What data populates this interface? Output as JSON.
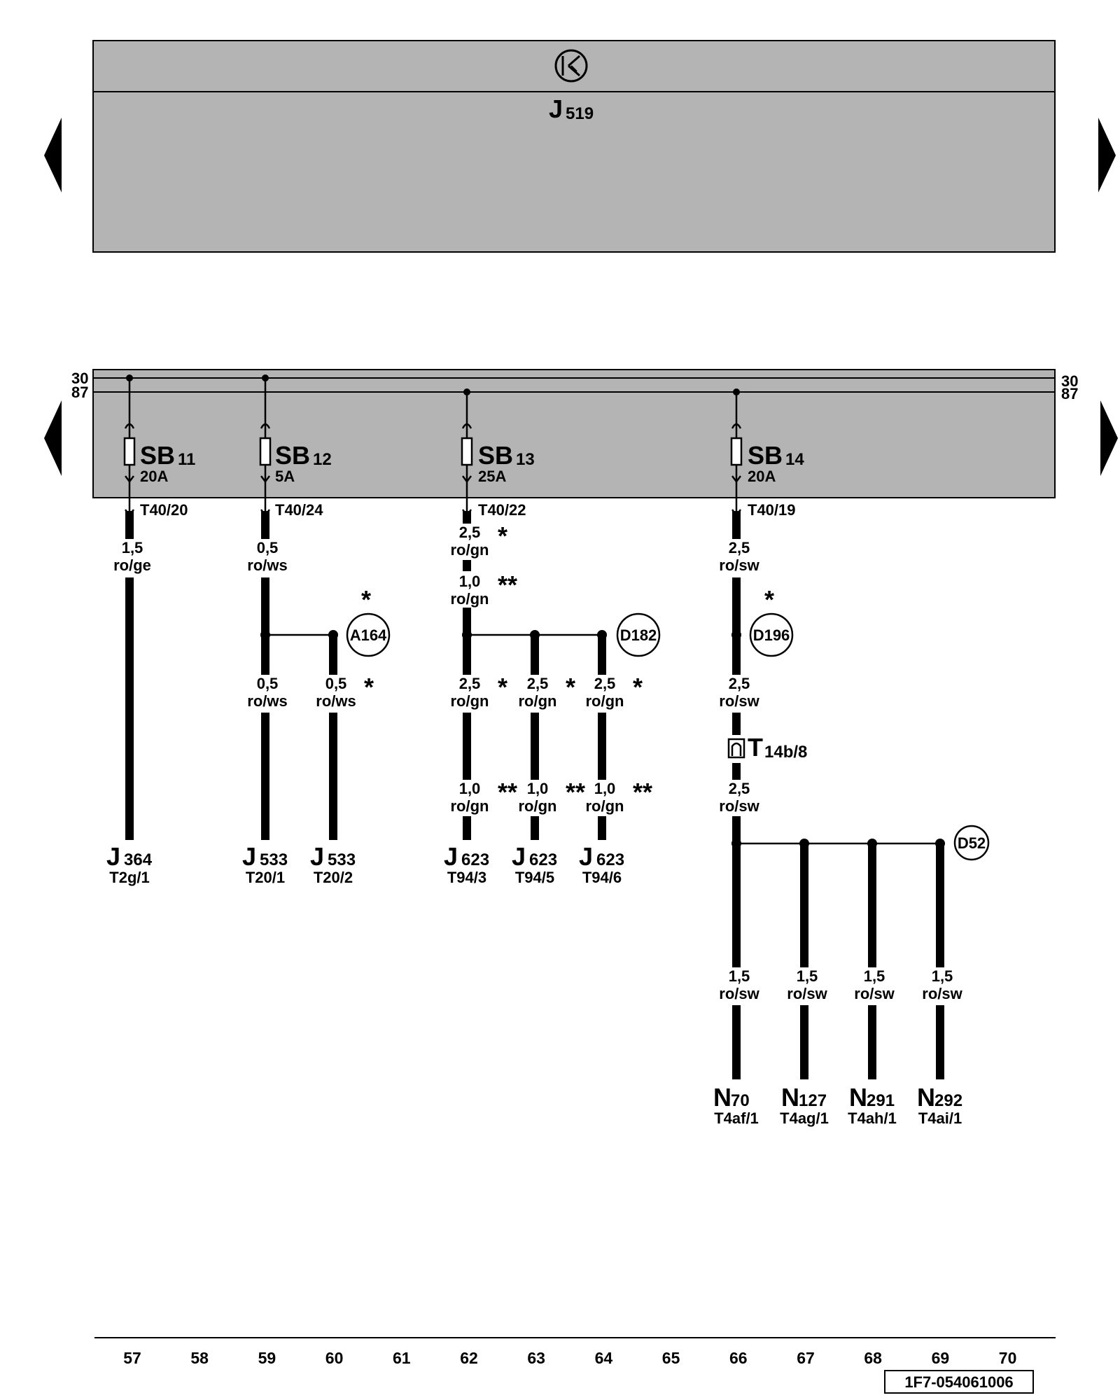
{
  "header": {
    "module_label": "J",
    "module_sub": "519",
    "ground_symbol": "ground-icon"
  },
  "rails": {
    "left": [
      "30",
      "87"
    ],
    "right": [
      "30",
      "87"
    ]
  },
  "fuses": [
    {
      "name": "SB",
      "sub": "11",
      "rating": "20A",
      "terminal": "T40/20"
    },
    {
      "name": "SB",
      "sub": "12",
      "rating": "5A",
      "terminal": "T40/24"
    },
    {
      "name": "SB",
      "sub": "13",
      "rating": "25A",
      "terminal": "T40/22"
    },
    {
      "name": "SB",
      "sub": "14",
      "rating": "20A",
      "terminal": "T40/19"
    }
  ],
  "wire_labels": [
    {
      "size": "1,5",
      "color": "ro/ge",
      "mark": ""
    },
    {
      "size": "0,5",
      "color": "ro/ws",
      "mark": ""
    },
    {
      "size": "2,5",
      "color": "ro/gn",
      "mark": "*"
    },
    {
      "size": "1,0",
      "color": "ro/gn",
      "mark": "**"
    },
    {
      "size": "2,5",
      "color": "ro/sw",
      "mark": ""
    },
    {
      "size": "0,5",
      "color": "ro/ws",
      "mark": ""
    },
    {
      "size": "0,5",
      "color": "ro/ws",
      "mark": "*"
    },
    {
      "size": "2,5",
      "color": "ro/gn",
      "mark": "*"
    },
    {
      "size": "2,5",
      "color": "ro/gn",
      "mark": "*"
    },
    {
      "size": "2,5",
      "color": "ro/gn",
      "mark": "*"
    },
    {
      "size": "2,5",
      "color": "ro/sw",
      "mark": ""
    },
    {
      "size": "1,0",
      "color": "ro/gn",
      "mark": "**"
    },
    {
      "size": "1,0",
      "color": "ro/gn",
      "mark": "**"
    },
    {
      "size": "1,0",
      "color": "ro/gn",
      "mark": "**"
    },
    {
      "size": "2,5",
      "color": "ro/sw",
      "mark": ""
    },
    {
      "size": "1,5",
      "color": "ro/sw",
      "mark": ""
    },
    {
      "size": "1,5",
      "color": "ro/sw",
      "mark": ""
    },
    {
      "size": "1,5",
      "color": "ro/sw",
      "mark": ""
    },
    {
      "size": "1,5",
      "color": "ro/sw",
      "mark": ""
    }
  ],
  "junctions": [
    {
      "id": "A164",
      "mark": "*"
    },
    {
      "id": "D182",
      "mark": ""
    },
    {
      "id": "D196",
      "mark": "*"
    },
    {
      "id": "D52",
      "mark": ""
    }
  ],
  "connector": {
    "name": "T",
    "sub": "14b/8"
  },
  "components": [
    {
      "name": "J",
      "sub": "364",
      "pin": "T2g/1"
    },
    {
      "name": "J",
      "sub": "533",
      "pin": "T20/1"
    },
    {
      "name": "J",
      "sub": "533",
      "pin": "T20/2"
    },
    {
      "name": "J",
      "sub": "623",
      "pin": "T94/3"
    },
    {
      "name": "J",
      "sub": "623",
      "pin": "T94/5"
    },
    {
      "name": "J",
      "sub": "623",
      "pin": "T94/6"
    },
    {
      "name": "N",
      "sub": "70",
      "pin": "T4af/1"
    },
    {
      "name": "N",
      "sub": "127",
      "pin": "T4ag/1"
    },
    {
      "name": "N",
      "sub": "291",
      "pin": "T4ah/1"
    },
    {
      "name": "N",
      "sub": "292",
      "pin": "T4ai/1"
    }
  ],
  "footer": {
    "tracks": [
      "57",
      "58",
      "59",
      "60",
      "61",
      "62",
      "63",
      "64",
      "65",
      "66",
      "67",
      "68",
      "69",
      "70"
    ],
    "doc_code": "1F7-054061006"
  }
}
